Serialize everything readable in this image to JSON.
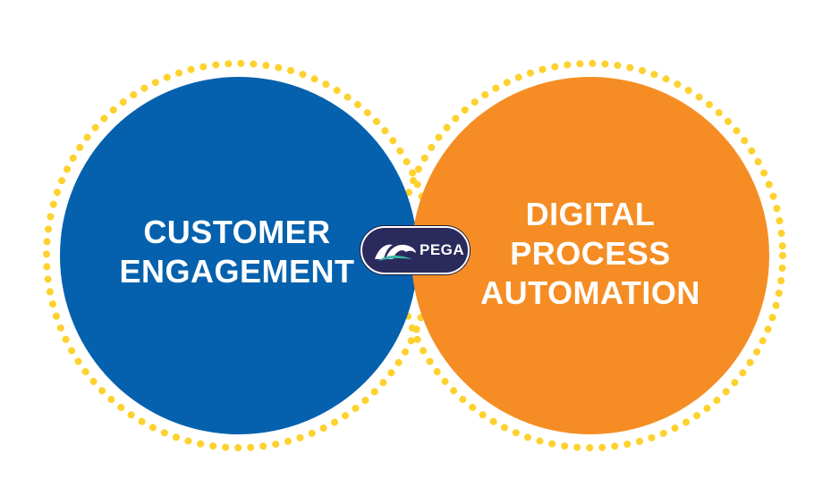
{
  "left_circle": {
    "lines": [
      "CUSTOMER",
      "ENGAGEMENT"
    ],
    "fill": "#0561ad"
  },
  "right_circle": {
    "lines": [
      "DIGITAL",
      "PROCESS",
      "AUTOMATION"
    ],
    "fill": "#f58d24"
  },
  "dotted_outline_color": "#fdd230",
  "badge": {
    "text": "PEGA",
    "icon": "pega-logo-icon",
    "background": "#2a2a5c",
    "accent": "#3bb5a8"
  }
}
